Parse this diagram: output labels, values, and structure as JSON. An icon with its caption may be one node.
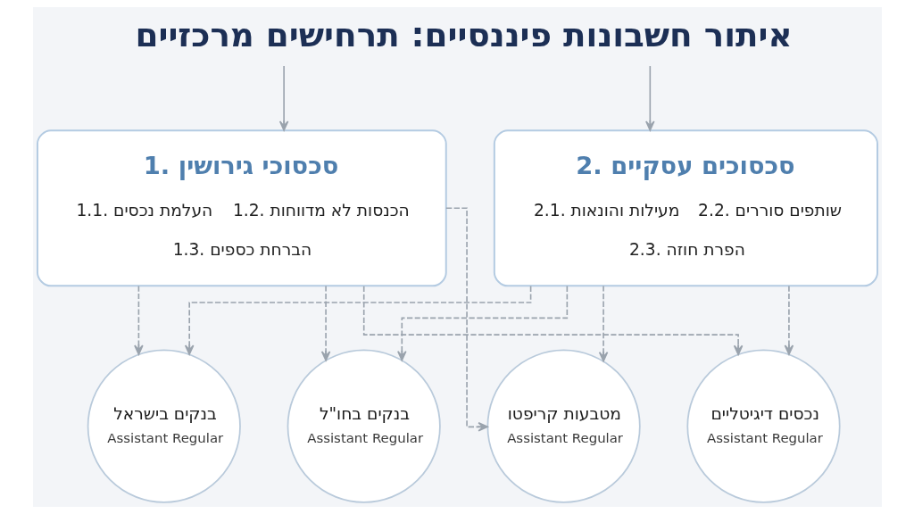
{
  "diagram": {
    "nodes": [
      {
        "text": [
          "איתור חשבונות פיננסיים: תרחישים מרכזיים"
        ]
      },
      {
        "text": [
          "1. סכסוכי גירושין",
          "1.2. הכנסות לא מדווחות",
          "1.1. העלמת נכסים",
          "1.3. הברחת כספים"
        ]
      },
      {
        "text": [
          "2. סכסוכים עסקיים",
          "2.2. שותפים סוררים",
          "2.1. מעילות והונאות",
          "2.3. הפרת חוזה"
        ]
      },
      {
        "text": [
          "בנקים בישראל",
          "Assistant Regular"
        ]
      },
      {
        "text": [
          "בנקים בחו\"ל",
          "Assistant Regular"
        ]
      },
      {
        "text": [
          "מטבעות קריפטו",
          "Assistant Regular"
        ]
      },
      {
        "text": [
          "נכסים דיגיטליים",
          "Assistant Regular"
        ]
      }
    ],
    "edges": [
      {
        "from": 0,
        "to": 1,
        "arrow": "to"
      },
      {
        "from": 0,
        "to": 2,
        "arrow": "to"
      },
      {
        "from": 1,
        "to": 3,
        "arrow": "to",
        "style": "dashed"
      },
      {
        "from": 1,
        "to": 4,
        "arrow": "to",
        "style": "dashed"
      },
      {
        "from": 1,
        "to": 5,
        "arrow": "to",
        "style": "dashed"
      },
      {
        "from": 1,
        "to": 6,
        "arrow": "to",
        "style": "dashed"
      },
      {
        "from": 2,
        "to": 3,
        "arrow": "to",
        "style": "dashed"
      },
      {
        "from": 2,
        "to": 4,
        "arrow": "to",
        "style": "dashed"
      },
      {
        "from": 2,
        "to": 5,
        "arrow": "to",
        "style": "dashed"
      },
      {
        "from": 2,
        "to": 6,
        "arrow": "to",
        "style": "dashed"
      }
    ]
  }
}
